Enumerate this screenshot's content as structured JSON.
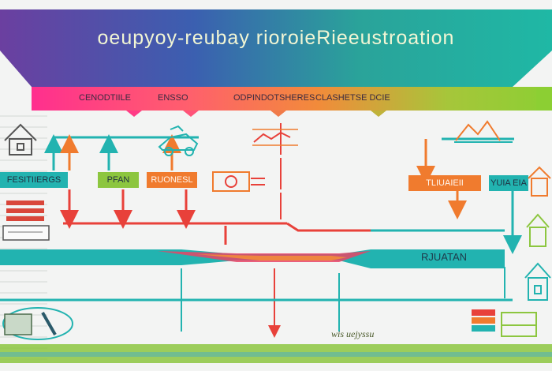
{
  "title": "oeupyoy-reubay rioroieRieeustroation",
  "stages": [
    {
      "label": "CENODTIILE"
    },
    {
      "label": "ENSSO"
    },
    {
      "label": "ODPINDOTSHERES"
    },
    {
      "label": "CLASHETSE DCIE"
    }
  ],
  "nodes": [
    {
      "label": "FESITIIERGS"
    },
    {
      "label": "PFAN"
    },
    {
      "label": "RUONESL"
    },
    {
      "label": "TLIUAIEII"
    },
    {
      "label": "YUIA EIA"
    }
  ],
  "lower_band": {
    "label": "RJUATAN"
  },
  "footer": {
    "text": "wis uejyssu"
  },
  "colors": {
    "title_band_start": "#6b3fa0",
    "title_band_end": "#1fb8a5",
    "stage_band_start": "#ff2f8e",
    "stage_band_end": "#8ccf33",
    "teal": "#22b3b0",
    "orange": "#f07b2e",
    "red": "#e8413a",
    "green": "#8cc63f"
  }
}
